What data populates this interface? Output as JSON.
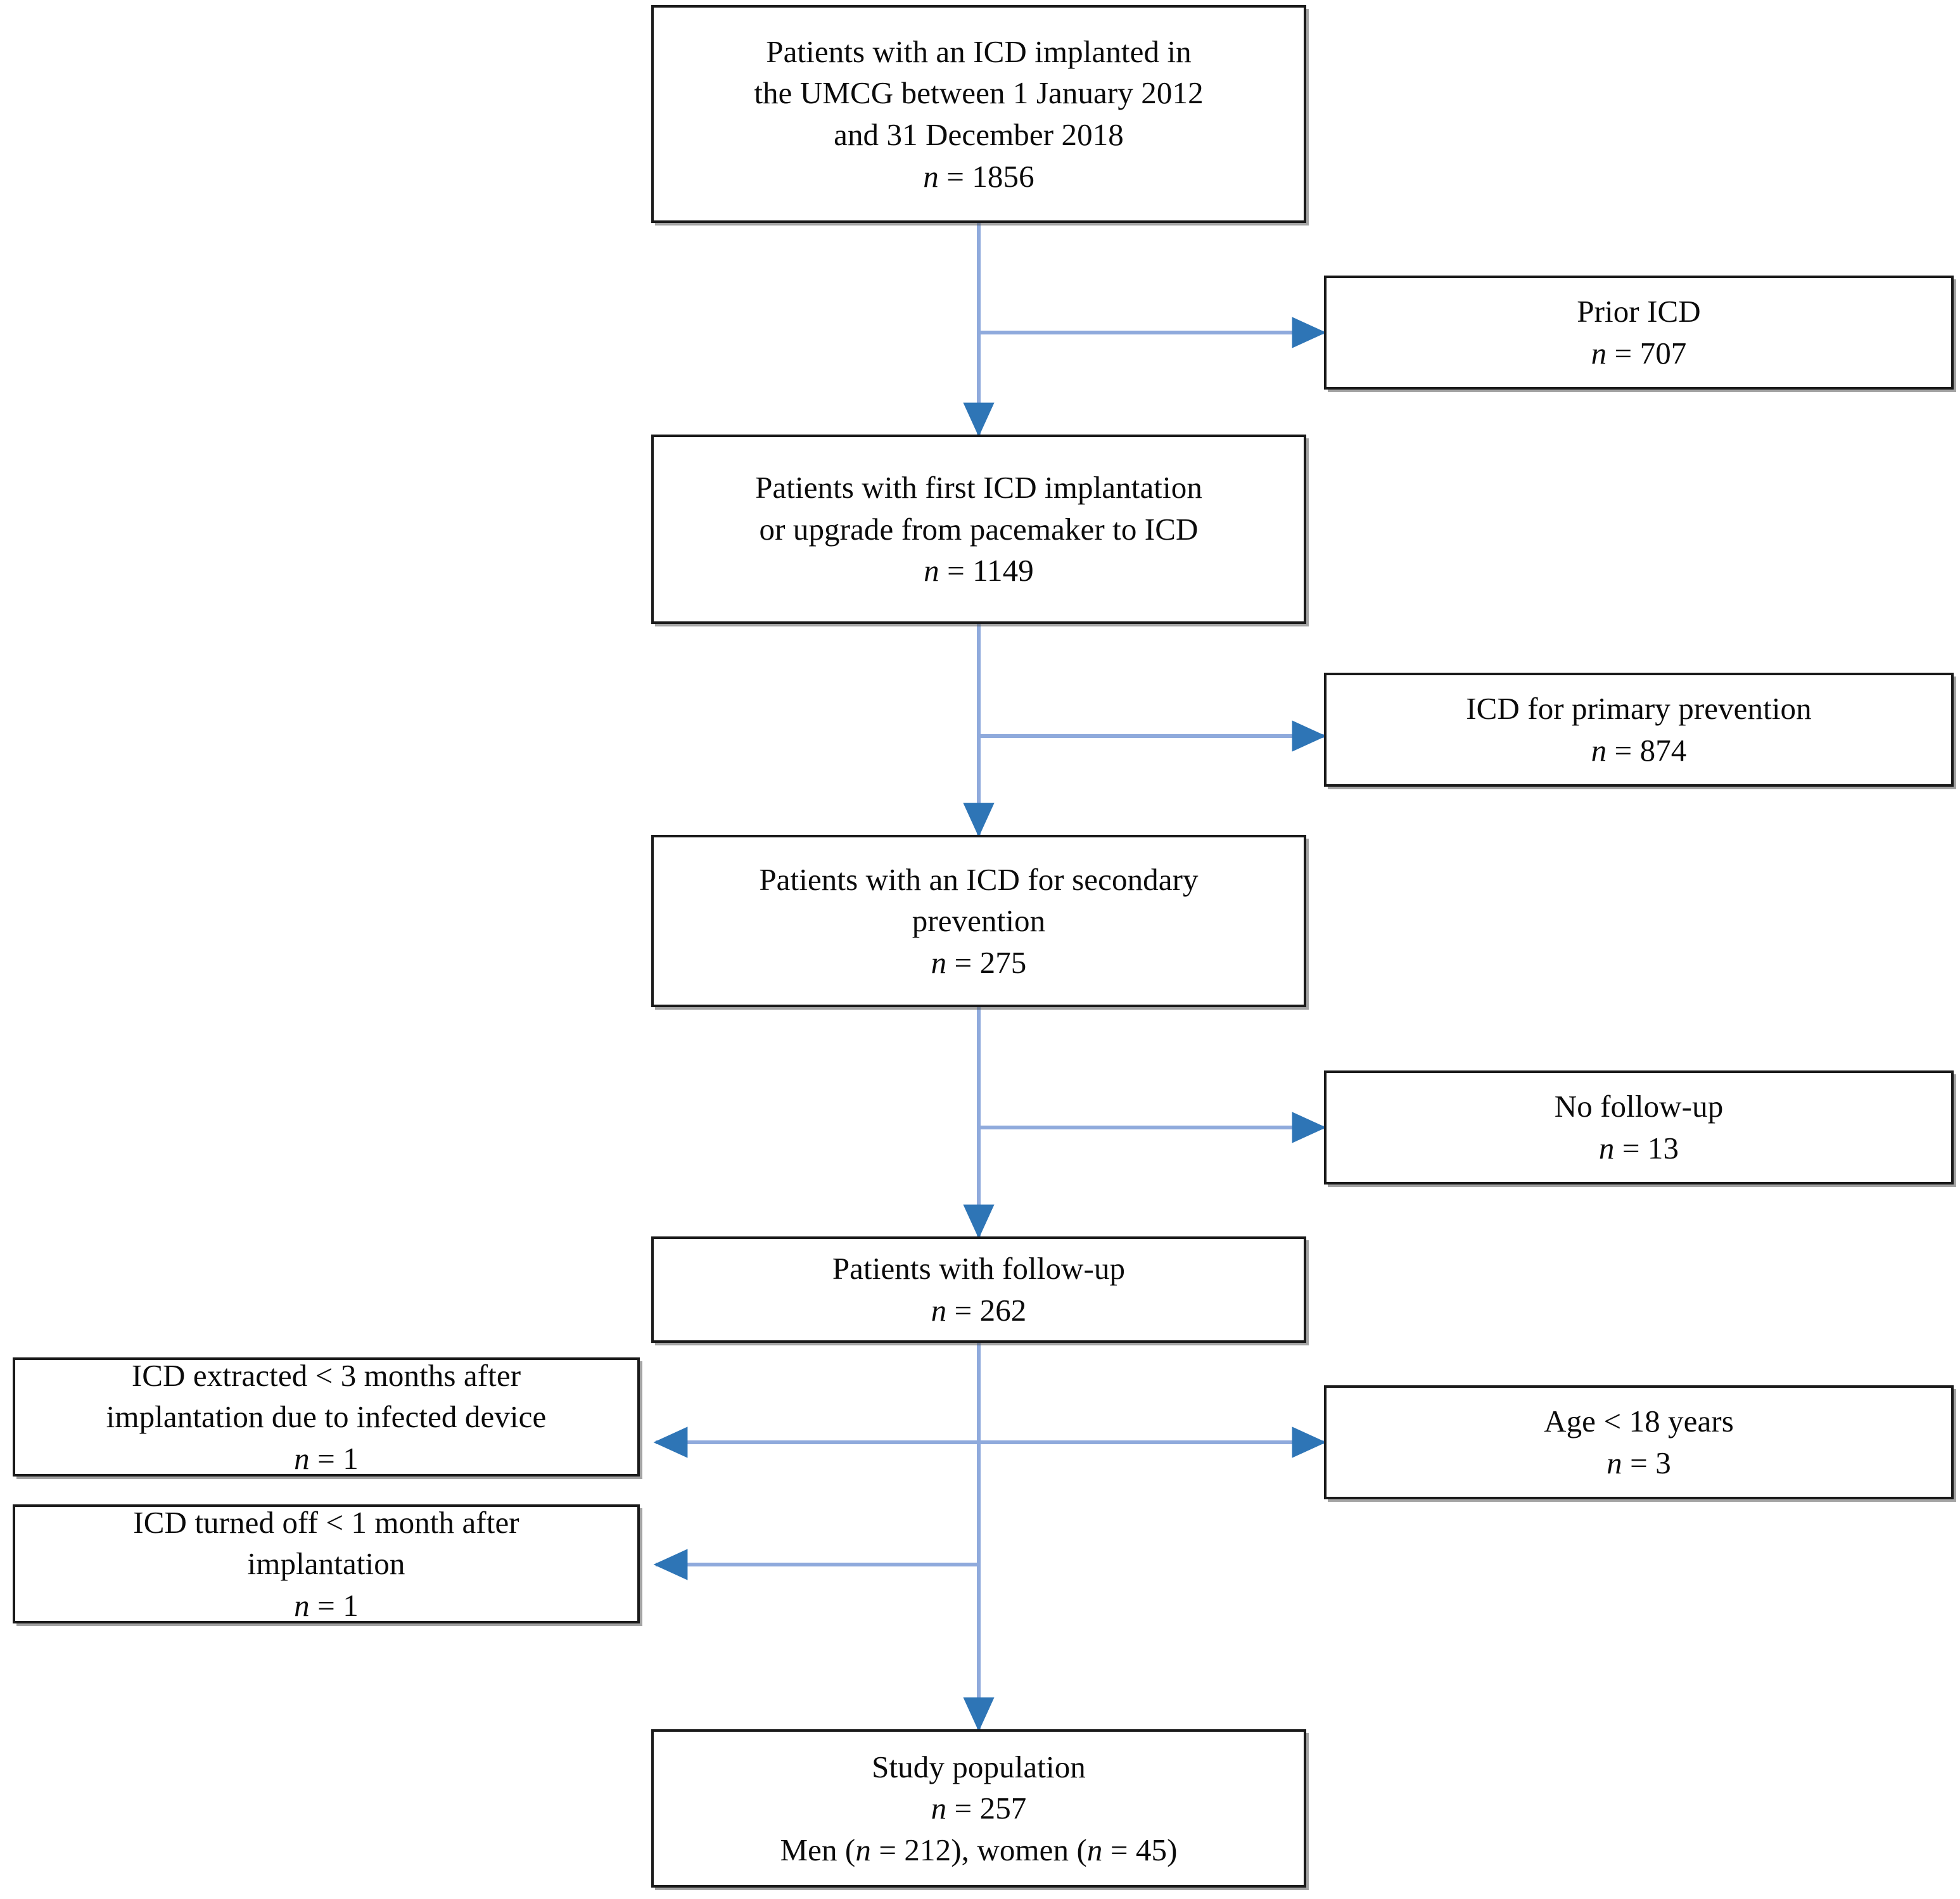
{
  "diagram": {
    "type": "flowchart",
    "title": "ICD secondary prevention patient selection flowchart",
    "colors": {
      "box_border": "#1a1a1a",
      "box_fill": "#ffffff",
      "connector_line": "#8FAADC",
      "arrow_head": "#2E75B6",
      "text": "#0b0b0b",
      "background": "#ffffff"
    },
    "nodes": [
      {
        "id": "source-cohort",
        "column": "center",
        "lines": [
          "Patients with an ICD implanted in",
          "the UMCG between 1 January 2012",
          "and 31 December 2018"
        ],
        "n_label": "n",
        "n_value": "1856",
        "count_line": "n = 1856"
      },
      {
        "id": "prior-icd-excluded",
        "column": "right",
        "lines": [
          "Prior ICD"
        ],
        "n_label": "n",
        "n_value": "707",
        "count_line": "n = 707"
      },
      {
        "id": "first-implant-cohort",
        "column": "center",
        "lines": [
          "Patients with first ICD implantation",
          "or upgrade from pacemaker to ICD"
        ],
        "n_label": "n",
        "n_value": "1149",
        "count_line": "n = 1149"
      },
      {
        "id": "primary-prevention-excluded",
        "column": "right",
        "lines": [
          "ICD for primary prevention"
        ],
        "n_label": "n",
        "n_value": "874",
        "count_line": "n = 874"
      },
      {
        "id": "secondary-prevention-cohort",
        "column": "center",
        "lines": [
          "Patients with an ICD for secondary",
          "prevention"
        ],
        "n_label": "n",
        "n_value": "275",
        "count_line": "n = 275"
      },
      {
        "id": "no-followup-excluded",
        "column": "right",
        "lines": [
          "No follow-up"
        ],
        "n_label": "n",
        "n_value": "13",
        "count_line": "n = 13"
      },
      {
        "id": "followup-cohort",
        "column": "center",
        "lines": [
          "Patients with follow-up"
        ],
        "n_label": "n",
        "n_value": "262",
        "count_line": "n = 262"
      },
      {
        "id": "icd-extracted-excluded",
        "column": "left",
        "lines": [
          "ICD extracted < 3 months after",
          "implantation due to infected device"
        ],
        "n_label": "n",
        "n_value": "1",
        "count_line": "n = 1"
      },
      {
        "id": "age-under-18-excluded",
        "column": "right",
        "lines": [
          "Age < 18 years"
        ],
        "n_label": "n",
        "n_value": "3",
        "count_line": "n = 3"
      },
      {
        "id": "icd-turned-off-excluded",
        "column": "left",
        "lines": [
          "ICD turned off < 1 month after",
          "implantation"
        ],
        "n_label": "n",
        "n_value": "1",
        "count_line": "n = 1"
      },
      {
        "id": "study-population",
        "column": "center",
        "lines": [
          "Study population"
        ],
        "n_label": "n",
        "n_value": "257",
        "count_line": "n = 257",
        "breakdown": {
          "men_label": "Men",
          "men_value": "212",
          "women_label": "women",
          "women_value": "45",
          "text": "Men (n = 212), women (n = 45)"
        }
      }
    ],
    "edges": [
      {
        "from": "source-cohort",
        "to": "prior-icd-excluded",
        "direction": "right"
      },
      {
        "from": "source-cohort",
        "to": "first-implant-cohort",
        "direction": "down"
      },
      {
        "from": "first-implant-cohort",
        "to": "primary-prevention-excluded",
        "direction": "right"
      },
      {
        "from": "first-implant-cohort",
        "to": "secondary-prevention-cohort",
        "direction": "down"
      },
      {
        "from": "secondary-prevention-cohort",
        "to": "no-followup-excluded",
        "direction": "right"
      },
      {
        "from": "secondary-prevention-cohort",
        "to": "followup-cohort",
        "direction": "down"
      },
      {
        "from": "followup-cohort",
        "to": "icd-extracted-excluded",
        "direction": "left"
      },
      {
        "from": "followup-cohort",
        "to": "age-under-18-excluded",
        "direction": "right"
      },
      {
        "from": "followup-cohort",
        "to": "icd-turned-off-excluded",
        "direction": "left"
      },
      {
        "from": "followup-cohort",
        "to": "study-population",
        "direction": "down"
      }
    ]
  }
}
